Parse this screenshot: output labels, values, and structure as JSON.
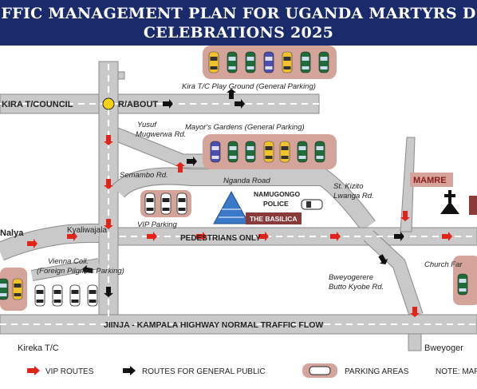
{
  "header": {
    "line1": "FFIC MANAGEMENT PLAN FOR UGANDA MARTYRS D",
    "line2": "CELEBRATIONS 2025"
  },
  "map": {
    "places": {
      "kira_council": "KIRA T/COUNCIL",
      "roundabout": "R/ABOUT",
      "kira_parking": "Kira T/C Play Ground (General Parking)",
      "mayors_gardens": "Mayor's Gardens (General Parking)",
      "yusuf_1": "Yusuf",
      "yusuf_2": "Mugwerwa Rd.",
      "semambo": "Semambo Rd.",
      "nganda": "Nganda Road",
      "kizito_1": "St. Kizito",
      "kizito_2": "Lwanga Rd.",
      "mamre": "MAMRE",
      "police_1": "NAMUGONGO",
      "police_2": "POLICE",
      "basilica": "THE BASILICA",
      "vip_parking": "VIP Parking",
      "nalya": "Nalya",
      "kyaliwajala": "Kyaliwajala",
      "pedestrians": "PEDESTRIANS ONLY",
      "vienna_1": "Vienna Coll.",
      "vienna_2": "(Foreign Pilgrims Parking)",
      "bweyogerere_rd_1": "Bweyogerere",
      "bweyogerere_rd_2": "Butto Kyobe Rd.",
      "church_farm": "Church Far",
      "highway": "JIINJA - KAMPALA HIGHWAY NORMAL TRAFFIC FLOW",
      "kireka": "Kireka T/C",
      "bweyogerere": "Bweyoger"
    }
  },
  "legend": {
    "vip": "VIP ROUTES",
    "general": "ROUTES FOR GENERAL PUBLIC",
    "parking": "PARKING AREAS",
    "note": "NOTE: MAP"
  },
  "colors": {
    "header_bg": "#1a2b6b",
    "road": "#c9c9c9",
    "road_edge": "#8a8a8a",
    "vip_arrow": "#e2231a",
    "general_arrow": "#111111",
    "parking_pad": "#d4a49a",
    "label_box": "#8b3a3a",
    "basilica": "#3a78c9"
  }
}
